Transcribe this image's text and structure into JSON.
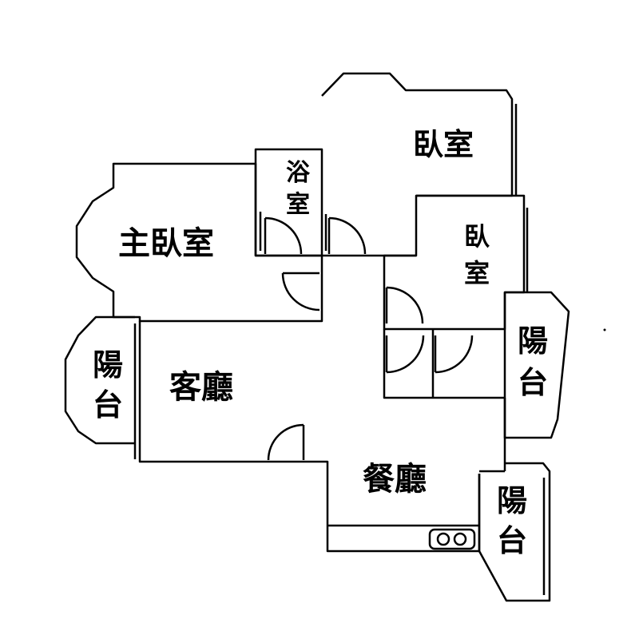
{
  "colors": {
    "background": "#ffffff",
    "wall": "#000000"
  },
  "rooms": {
    "master_bedroom": "主臥室",
    "bath_top": "浴",
    "bath_bottom": "室",
    "bedroom_top": "臥室",
    "bedroom_right_top": "臥",
    "bedroom_right_bottom": "室",
    "balcony_left_top": "陽",
    "balcony_left_bottom": "台",
    "living_room": "客廳",
    "balcony_right_top": "陽",
    "balcony_right_bottom": "台",
    "dining_room": "餐廳",
    "balcony_bottom_top": "陽",
    "balcony_bottom_bottom": "台"
  },
  "icons": {
    "stove": "stove-icon",
    "door": "door-swing-icon"
  }
}
